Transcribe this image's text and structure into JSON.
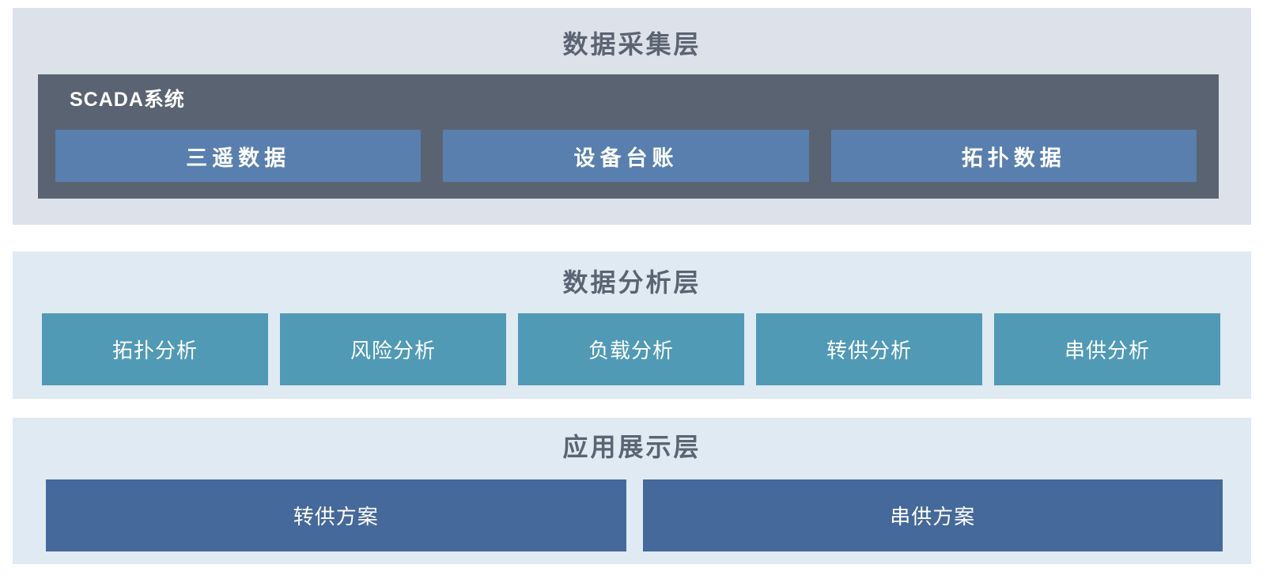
{
  "diagram": {
    "layers": {
      "collection": {
        "title": "数据采集层",
        "background": "#dde1ea",
        "scada": {
          "label": "SCADA系统",
          "background": "#5a6372",
          "item_background": "#587fae",
          "items": [
            {
              "label": "三遥数据"
            },
            {
              "label": "设备台账"
            },
            {
              "label": "拓扑数据"
            }
          ]
        }
      },
      "analysis": {
        "title": "数据分析层",
        "background": "#dfeaf2",
        "item_background": "#509ab6",
        "items": [
          {
            "label": "拓扑分析"
          },
          {
            "label": "风险分析"
          },
          {
            "label": "负载分析"
          },
          {
            "label": "转供分析"
          },
          {
            "label": "串供分析"
          }
        ]
      },
      "application": {
        "title": "应用展示层",
        "background": "#dfeaf2",
        "item_background": "#45699a",
        "items": [
          {
            "label": "转供方案"
          },
          {
            "label": "串供方案"
          }
        ]
      }
    },
    "colors": {
      "page_background": "#ffffff",
      "title_text": "#5b6472",
      "box_text": "#ffffff"
    }
  }
}
